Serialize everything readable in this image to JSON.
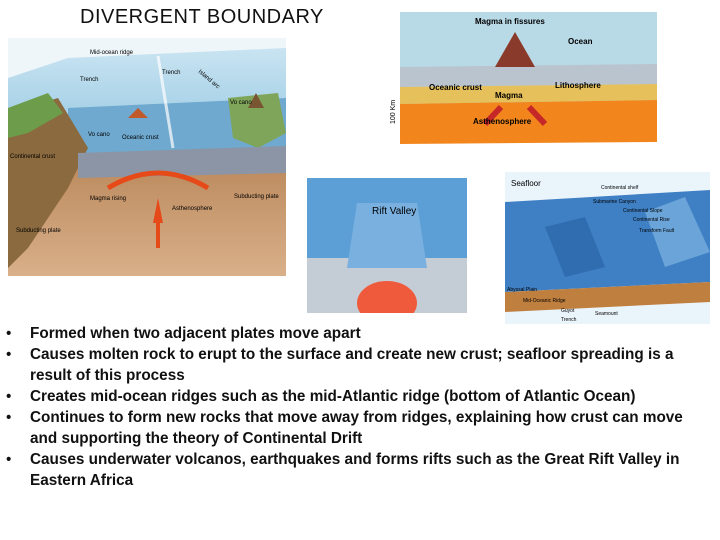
{
  "title": "DIVERGENT BOUNDARY",
  "fig_left": {
    "mid_ocean_ridge": "Mid-ocean ridge",
    "island_arc": "Island arc",
    "trench_left": "Trench",
    "trench_right": "Trench",
    "volcano_left": "Vo cano",
    "volcano_right": "Vo cano",
    "oceanic_crust": "Oceanic crust",
    "continental_crust": "Continental crust",
    "magma_rising": "Magma rising",
    "asthenosphere": "Asthenosphere",
    "subducting_plate_left": "Subducting plate",
    "subducting_plate_right": "Subducting plate"
  },
  "fig_topright": {
    "magma_in_fissures": "Magma in fissures",
    "ocean": "Ocean",
    "oceanic_crust": "Oceanic crust",
    "lithosphere": "Lithosphere",
    "magma": "Magma",
    "asthenosphere": "Asthenosphere",
    "depth": "100 Km"
  },
  "fig_rift": {
    "label": "Rift Valley"
  },
  "fig_seafloor": {
    "title": "Seafloor",
    "continental_shelf": "Continental shelf",
    "submarine_canyon": "Submarine Canyon",
    "continental_slope": "Continental Slope",
    "continental_rise": "Continental Rise",
    "transform_fault": "Transform Fault",
    "abyssal_plain": "Abyssal Plain",
    "mid_oceanic_ridge": "Mid-Oceanic Ridge",
    "guyot": "Guyot",
    "trench": "Trench",
    "seamount": "Seamount"
  },
  "bullets": [
    "Formed when two adjacent plates move apart",
    "Causes molten rock to erupt to the surface and create new crust; seafloor spreading is a result of this process",
    "Creates mid-ocean ridges such as the mid-Atlantic ridge (bottom of Atlantic Ocean)",
    "Continues to form new rocks that move away from ridges, explaining how crust can move and supporting the theory of Continental Drift",
    "Causes underwater volcanos, earthquakes and forms rifts such as the Great Rift Valley in Eastern Africa"
  ],
  "bullet_symbol": "•"
}
